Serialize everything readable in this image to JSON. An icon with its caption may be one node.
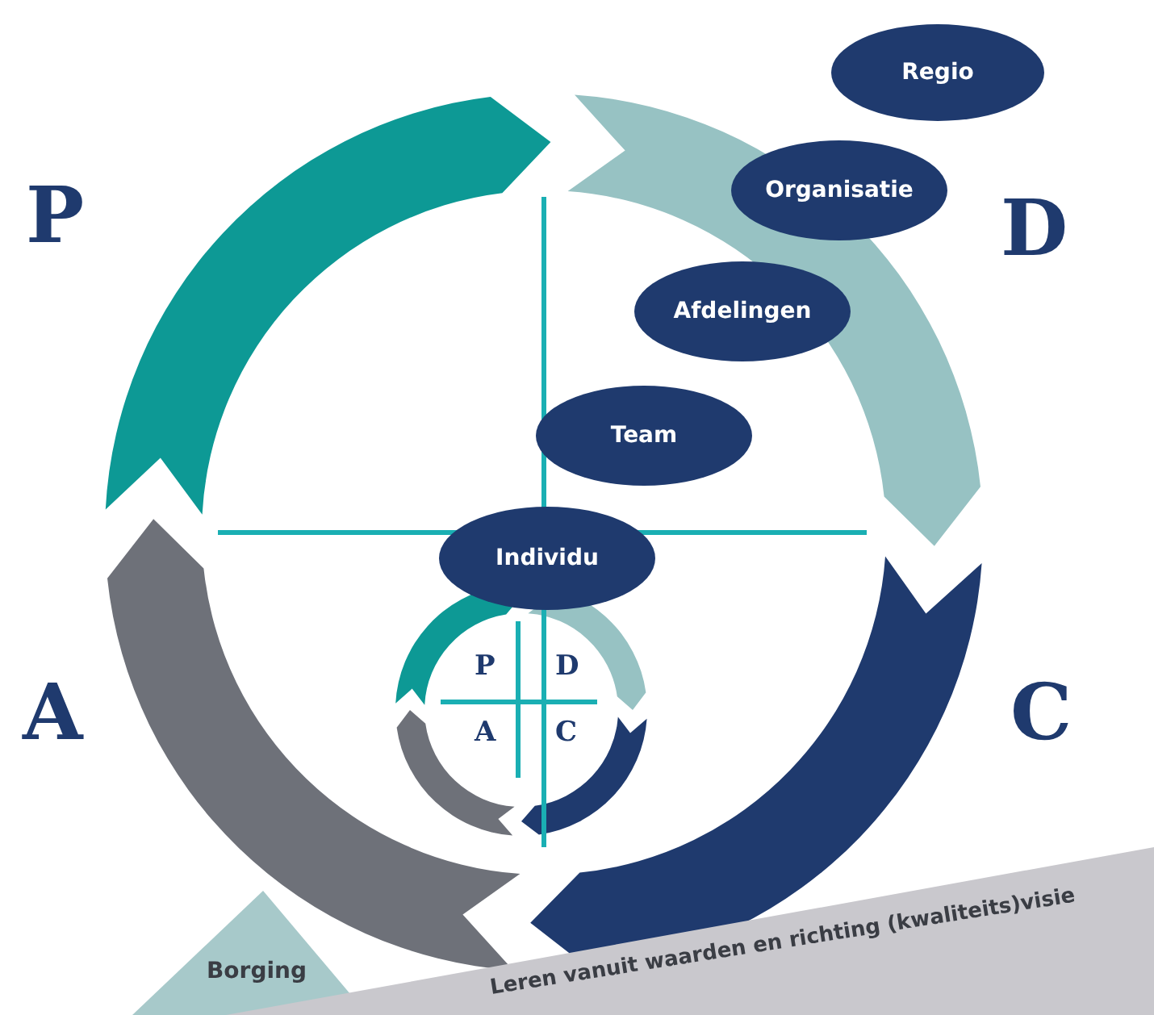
{
  "diagram": {
    "nodes": [
      {
        "text": [
          "Regio"
        ]
      },
      {
        "text": [
          "Organisatie"
        ]
      },
      {
        "text": [
          "Afdelingen"
        ]
      },
      {
        "text": [
          "Team"
        ]
      },
      {
        "text": [
          "Individu"
        ]
      },
      {
        "text": [
          "Borging"
        ]
      },
      {
        "text": [
          "Leren vanuit waarden en richting (kwaliteits)visie"
        ]
      }
    ],
    "labels": [
      "P",
      "D",
      "A",
      "C",
      "P",
      "D",
      "A",
      "C"
    ]
  }
}
